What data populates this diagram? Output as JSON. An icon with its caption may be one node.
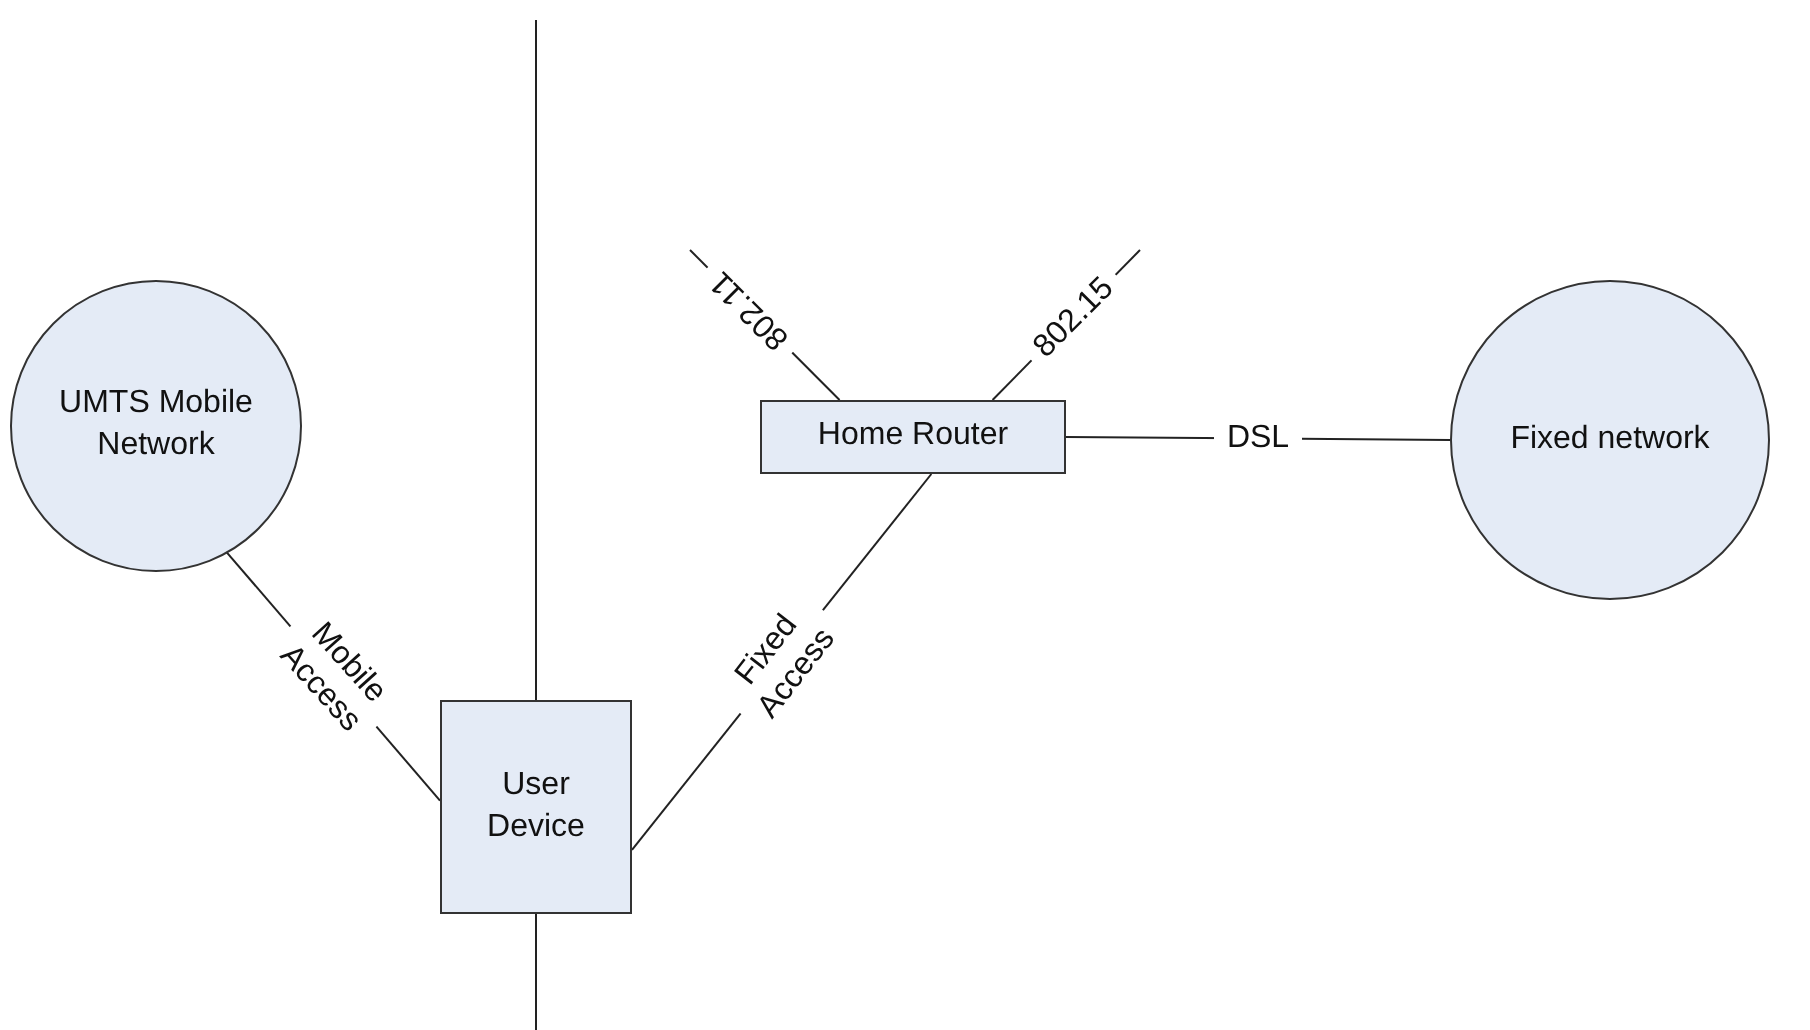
{
  "diagram": {
    "nodes": [
      {
        "text": [
          "UMTS Mobile Network"
        ]
      },
      {
        "text": [
          "Home Router"
        ]
      },
      {
        "text": [
          "Fixed network"
        ]
      },
      {
        "text": [
          "User Device"
        ]
      }
    ],
    "edges": [
      {
        "from": 0,
        "to": 3,
        "arrow": "none",
        "label": "Mobile Access"
      },
      {
        "from": 3,
        "to": 1,
        "arrow": "none",
        "label": "Fixed Access"
      },
      {
        "from": 1,
        "to": 2,
        "arrow": "none",
        "label": "DSL"
      },
      {
        "from": 1,
        "to": null,
        "arrow": "none",
        "label": "802.11"
      },
      {
        "from": 1,
        "to": null,
        "arrow": "none",
        "label": "802.15"
      },
      {
        "from": null,
        "to": 3,
        "arrow": "none"
      },
      {
        "from": 3,
        "to": null,
        "arrow": "none"
      }
    ]
  }
}
